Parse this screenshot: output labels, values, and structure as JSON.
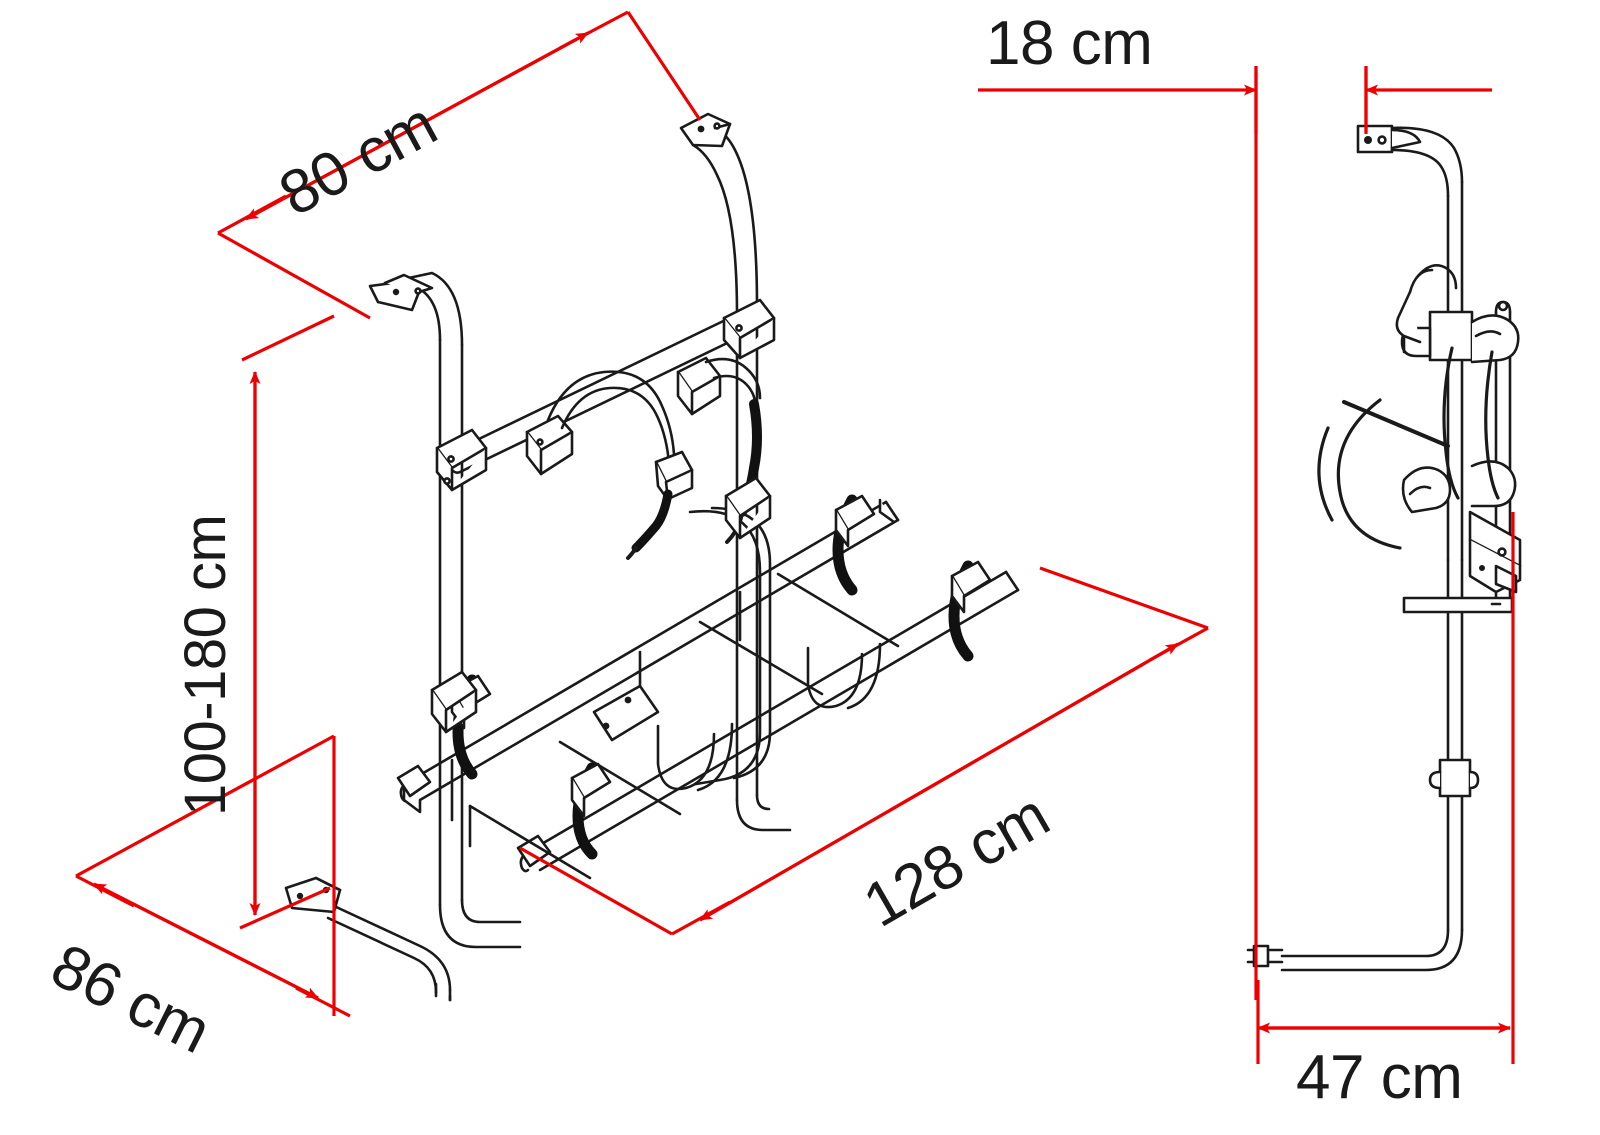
{
  "diagram": {
    "title": "Bike carrier dimensional drawing",
    "accent_color": "#ee0000",
    "line_color": "#1a1a1a",
    "background_color": "#ffffff",
    "views": [
      {
        "name": "rear-isometric-view",
        "label": ""
      },
      {
        "name": "side-profile-view",
        "label": ""
      }
    ]
  },
  "dimensions": {
    "width_top": "80 cm",
    "height_adjustable": "100-180 cm",
    "depth_base": "86 cm",
    "length_rail": "128 cm",
    "offset_top": "18 cm",
    "depth_side": "47 cm"
  },
  "units": "cm"
}
